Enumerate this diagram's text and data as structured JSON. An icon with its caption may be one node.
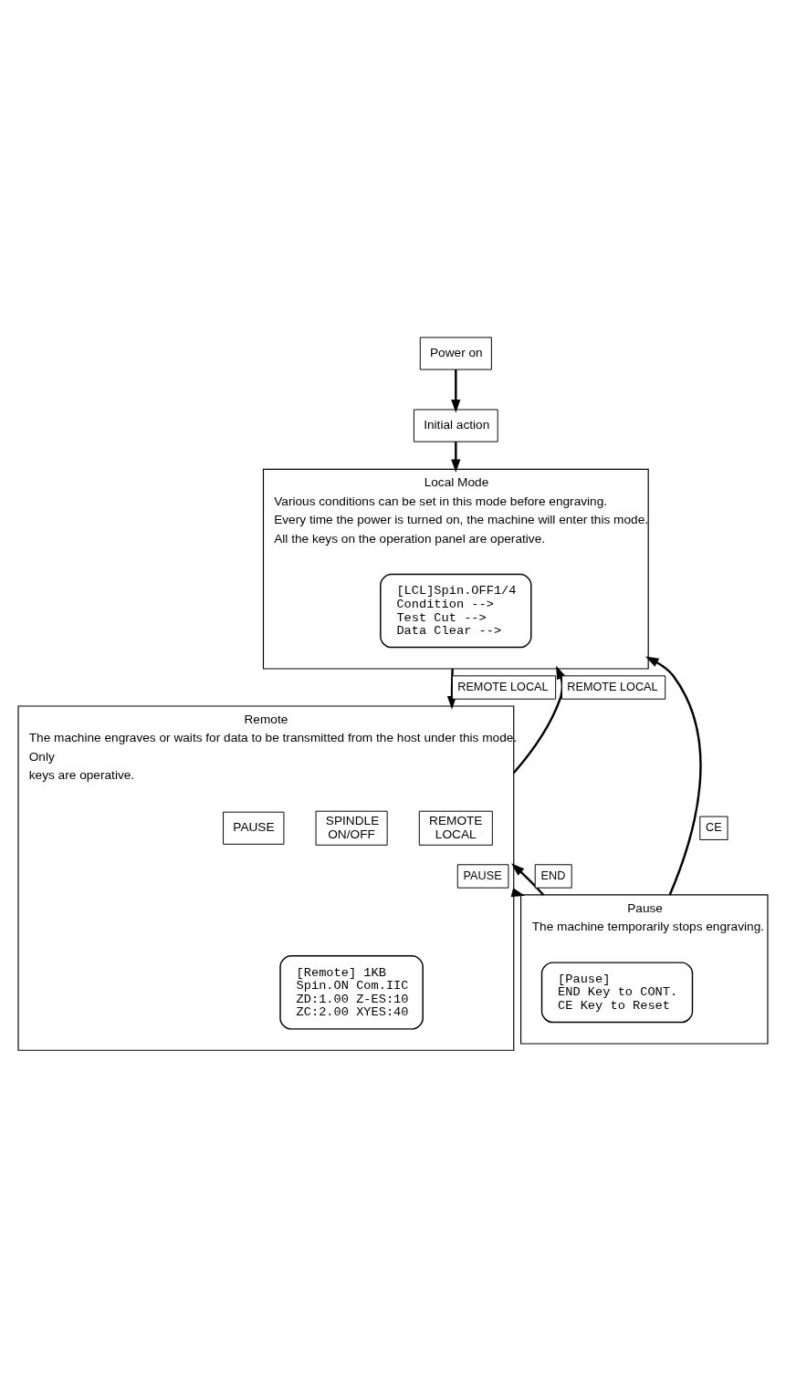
{
  "diagram": {
    "nodes": [
      {
        "text": [
          "Power on"
        ]
      },
      {
        "text": [
          "Initial action"
        ]
      },
      {
        "text": [
          "Local Mode",
          "Various conditions can be set in this mode before engraving.",
          "Every time the power is turned on, the machine will enter this mode.",
          "All the keys on the operation panel are operative."
        ]
      },
      {
        "text": [
          "[LCL]Spin.OFF1/4",
          "Condition -->",
          "Test Cut -->",
          "Data Clear -->"
        ],
        "in": 2
      },
      {
        "text": [
          "Remote",
          "The machine engraves or waits for data to be transmitted from the host under this mode.",
          "Only",
          "keys are operative."
        ]
      },
      {
        "text": [
          "REMOTE",
          "LOCAL"
        ],
        "in": 4
      },
      {
        "text": [
          "SPINDLE",
          "ON/OFF"
        ],
        "in": 4
      },
      {
        "text": [
          "PAUSE"
        ],
        "in": 4
      },
      {
        "text": [
          "[Remote] 1KB",
          "Spin.ON Com.IIC",
          "ZD:1.00 Z-ES:10",
          "ZC:2.00 XYES:40"
        ],
        "in": 4
      },
      {
        "text": [
          "Pause",
          "The machine temporarily stops engraving."
        ]
      },
      {
        "text": [
          "[Pause]",
          "END Key to CONT.",
          "CE Key to Reset"
        ],
        "in": 9
      }
    ],
    "edges": [
      {
        "from": 0,
        "to": 1,
        "arrow": "to"
      },
      {
        "from": 1,
        "to": 2,
        "arrow": "to"
      },
      {
        "from": 2,
        "to": 4,
        "label": "REMOTE LOCAL",
        "arrow": "to"
      },
      {
        "from": 4,
        "to": 2,
        "label": "REMOTE LOCAL",
        "arrow": "to"
      },
      {
        "from": 4,
        "to": 9,
        "label": "PAUSE",
        "arrow": "to"
      },
      {
        "from": 9,
        "to": 4,
        "label": "END",
        "arrow": "to"
      },
      {
        "from": 9,
        "to": 2,
        "label": "CE",
        "arrow": "to"
      }
    ]
  }
}
